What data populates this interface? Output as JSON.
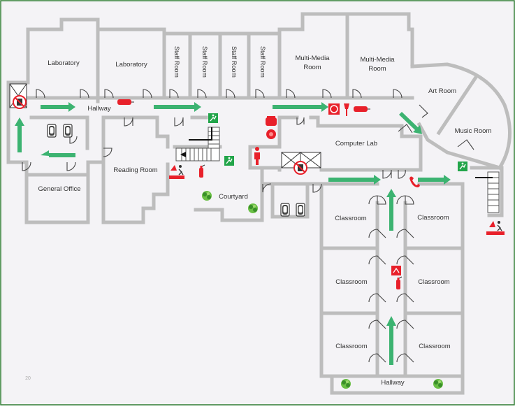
{
  "rooms": {
    "laboratory_1": "Laboratory",
    "laboratory_2": "Laboratory",
    "staff_room_1": "Staff Room",
    "staff_room_2": "Staff Room",
    "staff_room_3": "Staff Room",
    "staff_room_4": "Staff Room",
    "multimedia_1_line1": "Multi-Media",
    "multimedia_1_line2": "Room",
    "multimedia_2_line1": "Multi-Media",
    "multimedia_2_line2": "Room",
    "art_room": "Art Room",
    "music_room": "Music Room",
    "hallway_top": "Hallway",
    "computer_lab": "Computer Lab",
    "reading_room": "Reading Room",
    "general_office": "General Office",
    "courtyard": "Courtyard",
    "classroom_1": "Classroom",
    "classroom_2": "Classroom",
    "classroom_3": "Classroom",
    "classroom_4": "Classroom",
    "classroom_5": "Classroom",
    "classroom_6": "Classroom",
    "hallway_bottom": "Hallway"
  },
  "page_number": "20",
  "icons": {
    "arrow": "evacuation-arrow-icon",
    "fire_extinguisher": "fire-extinguisher-icon",
    "fire_alarm": "fire-alarm-icon",
    "fire_hose": "fire-hose-icon",
    "fire_axe": "fire-axe-icon",
    "emergency_phone": "emergency-phone-icon",
    "exit": "exit-sign-icon",
    "elevator_no_fire": "no-elevator-in-fire-icon",
    "plant": "plant-icon",
    "toilet": "toilet-icon",
    "stairs": "stairs-icon",
    "person": "person-icon"
  },
  "colors": {
    "wall": "#bdbdbd",
    "arrow": "#3cb371",
    "safety_red": "#e8202a",
    "exit_green": "#22a54a",
    "page_border": "#2e7d32"
  }
}
